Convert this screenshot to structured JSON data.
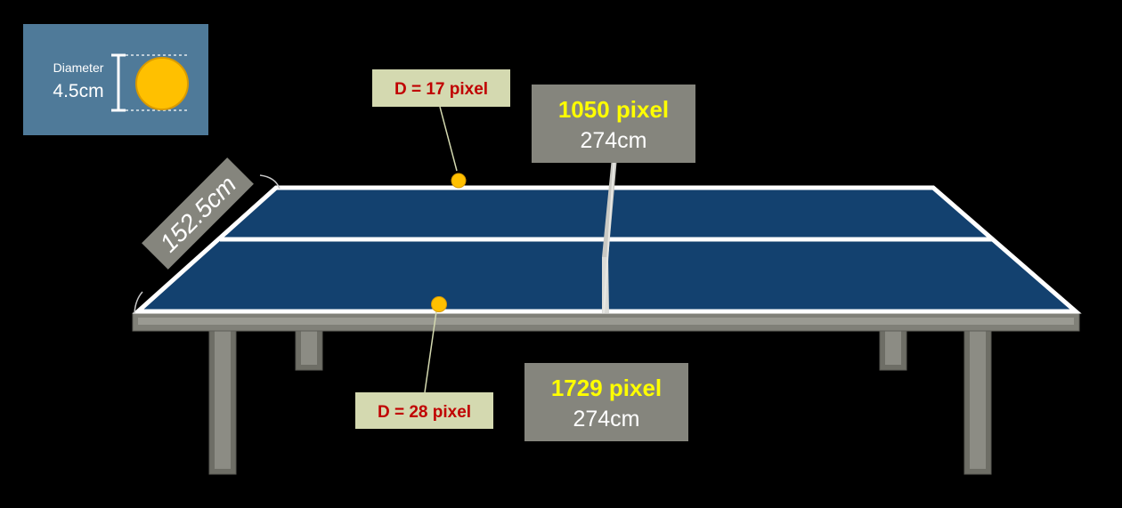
{
  "legend": {
    "label": "Diameter",
    "value": "4.5cm"
  },
  "width_label": "152.5cm",
  "far_ball": {
    "label": "D = 17 pixel"
  },
  "near_ball": {
    "label": "D = 28 pixel"
  },
  "far_length": {
    "pixels": "1050 pixel",
    "cm": "274cm"
  },
  "near_length": {
    "pixels": "1729 pixel",
    "cm": "274cm"
  },
  "colors": {
    "background": "#000000",
    "table_surface": "#13416f",
    "table_lines": "#ffffff",
    "table_frame": "#808078",
    "ball": "#ffc000",
    "legend_box": "#4f7a99",
    "ball_label_box": "#d4d9b0",
    "ball_label_text": "#c00000",
    "length_box": "#85857d",
    "pixel_text": "#ffff00",
    "cm_text": "#ffffff"
  }
}
